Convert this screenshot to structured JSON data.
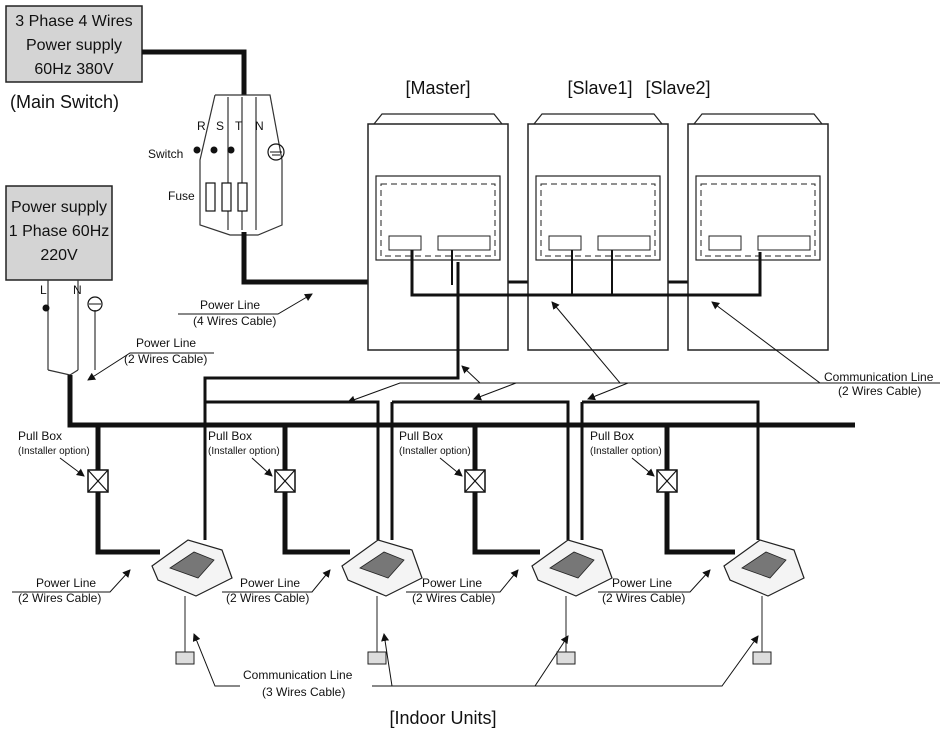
{
  "supply_3phase": {
    "line1": "3 Phase 4 Wires",
    "line2": "Power supply",
    "line3": "60Hz 380V",
    "caption": "(Main Switch)"
  },
  "supply_1phase": {
    "line1": "Power supply",
    "line2": "1 Phase 60Hz",
    "line3": "220V"
  },
  "terminals_3phase": [
    "R",
    "S",
    "T",
    "N"
  ],
  "terminals_1phase": [
    "L",
    "N"
  ],
  "switch_label": "Switch",
  "fuse_label": "Fuse",
  "outdoor_units": [
    "[Master]",
    "[Slave1]",
    "[Slave2]"
  ],
  "power_line_4": {
    "title": "Power Line",
    "sub": "(4 Wires Cable)"
  },
  "power_line_2_main": {
    "title": "Power Line",
    "sub": "(2 Wires Cable)"
  },
  "comm_line_outdoor": {
    "title": "Communication Line",
    "sub": "(2 Wires Cable)"
  },
  "pull_boxes": [
    {
      "title": "Pull Box",
      "sub": "(Installer option)"
    },
    {
      "title": "Pull Box",
      "sub": "(Installer option)"
    },
    {
      "title": "Pull Box",
      "sub": "(Installer option)"
    },
    {
      "title": "Pull Box",
      "sub": "(Installer option)"
    }
  ],
  "indoor_power_lines": [
    {
      "title": "Power Line",
      "sub": "(2 Wires Cable)"
    },
    {
      "title": "Power Line",
      "sub": "(2 Wires Cable)"
    },
    {
      "title": "Power Line",
      "sub": "(2 Wires Cable)"
    },
    {
      "title": "Power Line",
      "sub": "(2 Wires Cable)"
    }
  ],
  "comm_line_indoor": {
    "title": "Communication Line",
    "sub": "(3 Wires Cable)"
  },
  "indoor_units_caption": "[Indoor Units]"
}
